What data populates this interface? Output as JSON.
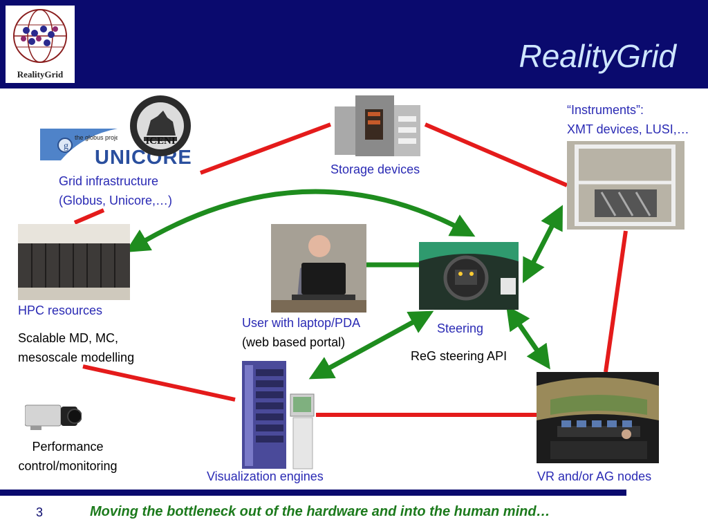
{
  "header": {
    "title": "RealityGrid",
    "logo_text": "RealityGrid"
  },
  "logos": {
    "globus": "the globus project",
    "unicore": "UNICORE",
    "iceni": "ICENI"
  },
  "labels": {
    "storage": "Storage devices",
    "instruments_line1": "“Instruments”:",
    "instruments_line2": "XMT devices, LUSI,…",
    "grid_line1": "Grid infrastructure",
    "grid_line2": "(Globus, Unicore,…)",
    "hpc": "HPC resources",
    "hpc_desc_line1": "Scalable MD, MC,",
    "hpc_desc_line2": "mesoscale modelling",
    "user_line1": "User with laptop/PDA",
    "user_line2": "(web based portal)",
    "steering": "Steering",
    "steering_api": "ReG steering API",
    "perf_line1": "Performance",
    "perf_line2": "control/monitoring",
    "viz": "Visualization engines",
    "vr": "VR and/or AG nodes"
  },
  "colors": {
    "header_bg": "#0a0a6e",
    "title": "#cfe6ff",
    "label_blue": "#2a2ab4",
    "link_red": "#e41b1b",
    "link_green": "#1e8c1e",
    "slogan_green": "#1c7a1c"
  },
  "footer": {
    "page_number": "3",
    "slogan": "Moving the bottleneck out of the hardware and into the human mind…"
  }
}
